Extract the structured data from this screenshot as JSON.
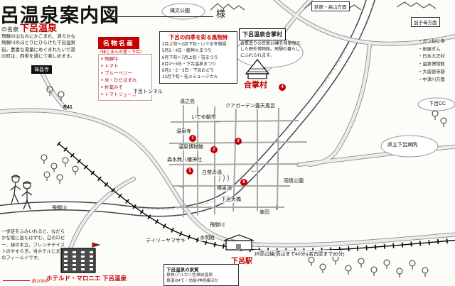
{
  "colors": {
    "accent_red": "#c40000"
  },
  "header": {
    "title": "呂温泉案内図",
    "addressee": "様",
    "subtitle_small": "の名泉",
    "subtitle_red": "下呂温泉",
    "intro": "飛騨の山なみにかこまれ、清らかな飛騨川のほとりにひらけた下呂温泉街。豊富な湯量にめぐまれたいで湯の町は、四季を通じて楽しめます。"
  },
  "specialties": {
    "badge": "名物名産",
    "note": "〈味じまんの里・下呂〉",
    "items": [
      "飛騨牛",
      "トマト",
      "ブルーベリー",
      "米・ひだほまれ",
      "朴葉みそ",
      "トマトジュース"
    ]
  },
  "seasons": {
    "title": "下呂の四季を彩る風物詩",
    "rows": [
      "2月上旬〜3月下旬・いでゆ冬物語",
      "5月3・4日・龍神火まつり",
      "6月下旬〜7月上旬・蛍まつり",
      "8月1〜3日・下呂温泉まつり",
      "8月1・2・3日・下呂おどり",
      "12月下旬・花火ミュージカル"
    ]
  },
  "gassho": {
    "box_label": "下呂温泉合掌村",
    "desc": "合掌造りの民家10棟を移築復元した野外博物館。飛騨の暮らしにふれられます。",
    "red_label": "合掌村"
  },
  "right_column": {
    "items": [
      "ガン封じ寺",
      "岩屋ダム",
      "日本大正村",
      "温泉博物館",
      "大威徳寺跡",
      "中津川方面"
    ]
  },
  "direction_boxes": [
    "萩原・高山方面",
    "加子母方面"
  ],
  "black_box_label": "禅昌寺",
  "map_labels": [
    "下呂トンネル",
    "温泉寺",
    "温泉博物館",
    "森水無八幡神社",
    "いでゆ朝市",
    "白鷺の湯",
    "クアガーデン露天風呂",
    "噴泉池",
    "下呂大橋",
    "飛騨川",
    "飛騨川",
    "デイリーヤマザキ",
    "水明館",
    "雨情公園",
    "湯之島",
    "幸田",
    "R41",
    "県立下呂病院",
    "縄文公園",
    "下呂CC"
  ],
  "station": {
    "label": "下呂駅",
    "jr_line": "JR高山線(高山まで40分)(名古屋まで90分)"
  },
  "hotel": {
    "label": "ホテルド・マロニエ 下呂温泉",
    "welcome": "一歩足をふみいれると、なだらかな坂に息もはずむ。白のロビー、緑の木立、フレンチテイストのやすらぎ。当ホテルじまんのフィールドです。"
  },
  "spring_box": {
    "title": "下呂温泉の泉質",
    "lines": [
      "泉質/アルカリ性単純温泉",
      "泉温/84℃・効能/神経痛ほか"
    ]
  },
  "scale_label": "約100m",
  "legend_numbers": [
    "1",
    "2",
    "3",
    "4",
    "5",
    "6"
  ],
  "icons": {
    "arrow_left": "←",
    "arrow_right": "→",
    "arrow_down": "↓"
  }
}
